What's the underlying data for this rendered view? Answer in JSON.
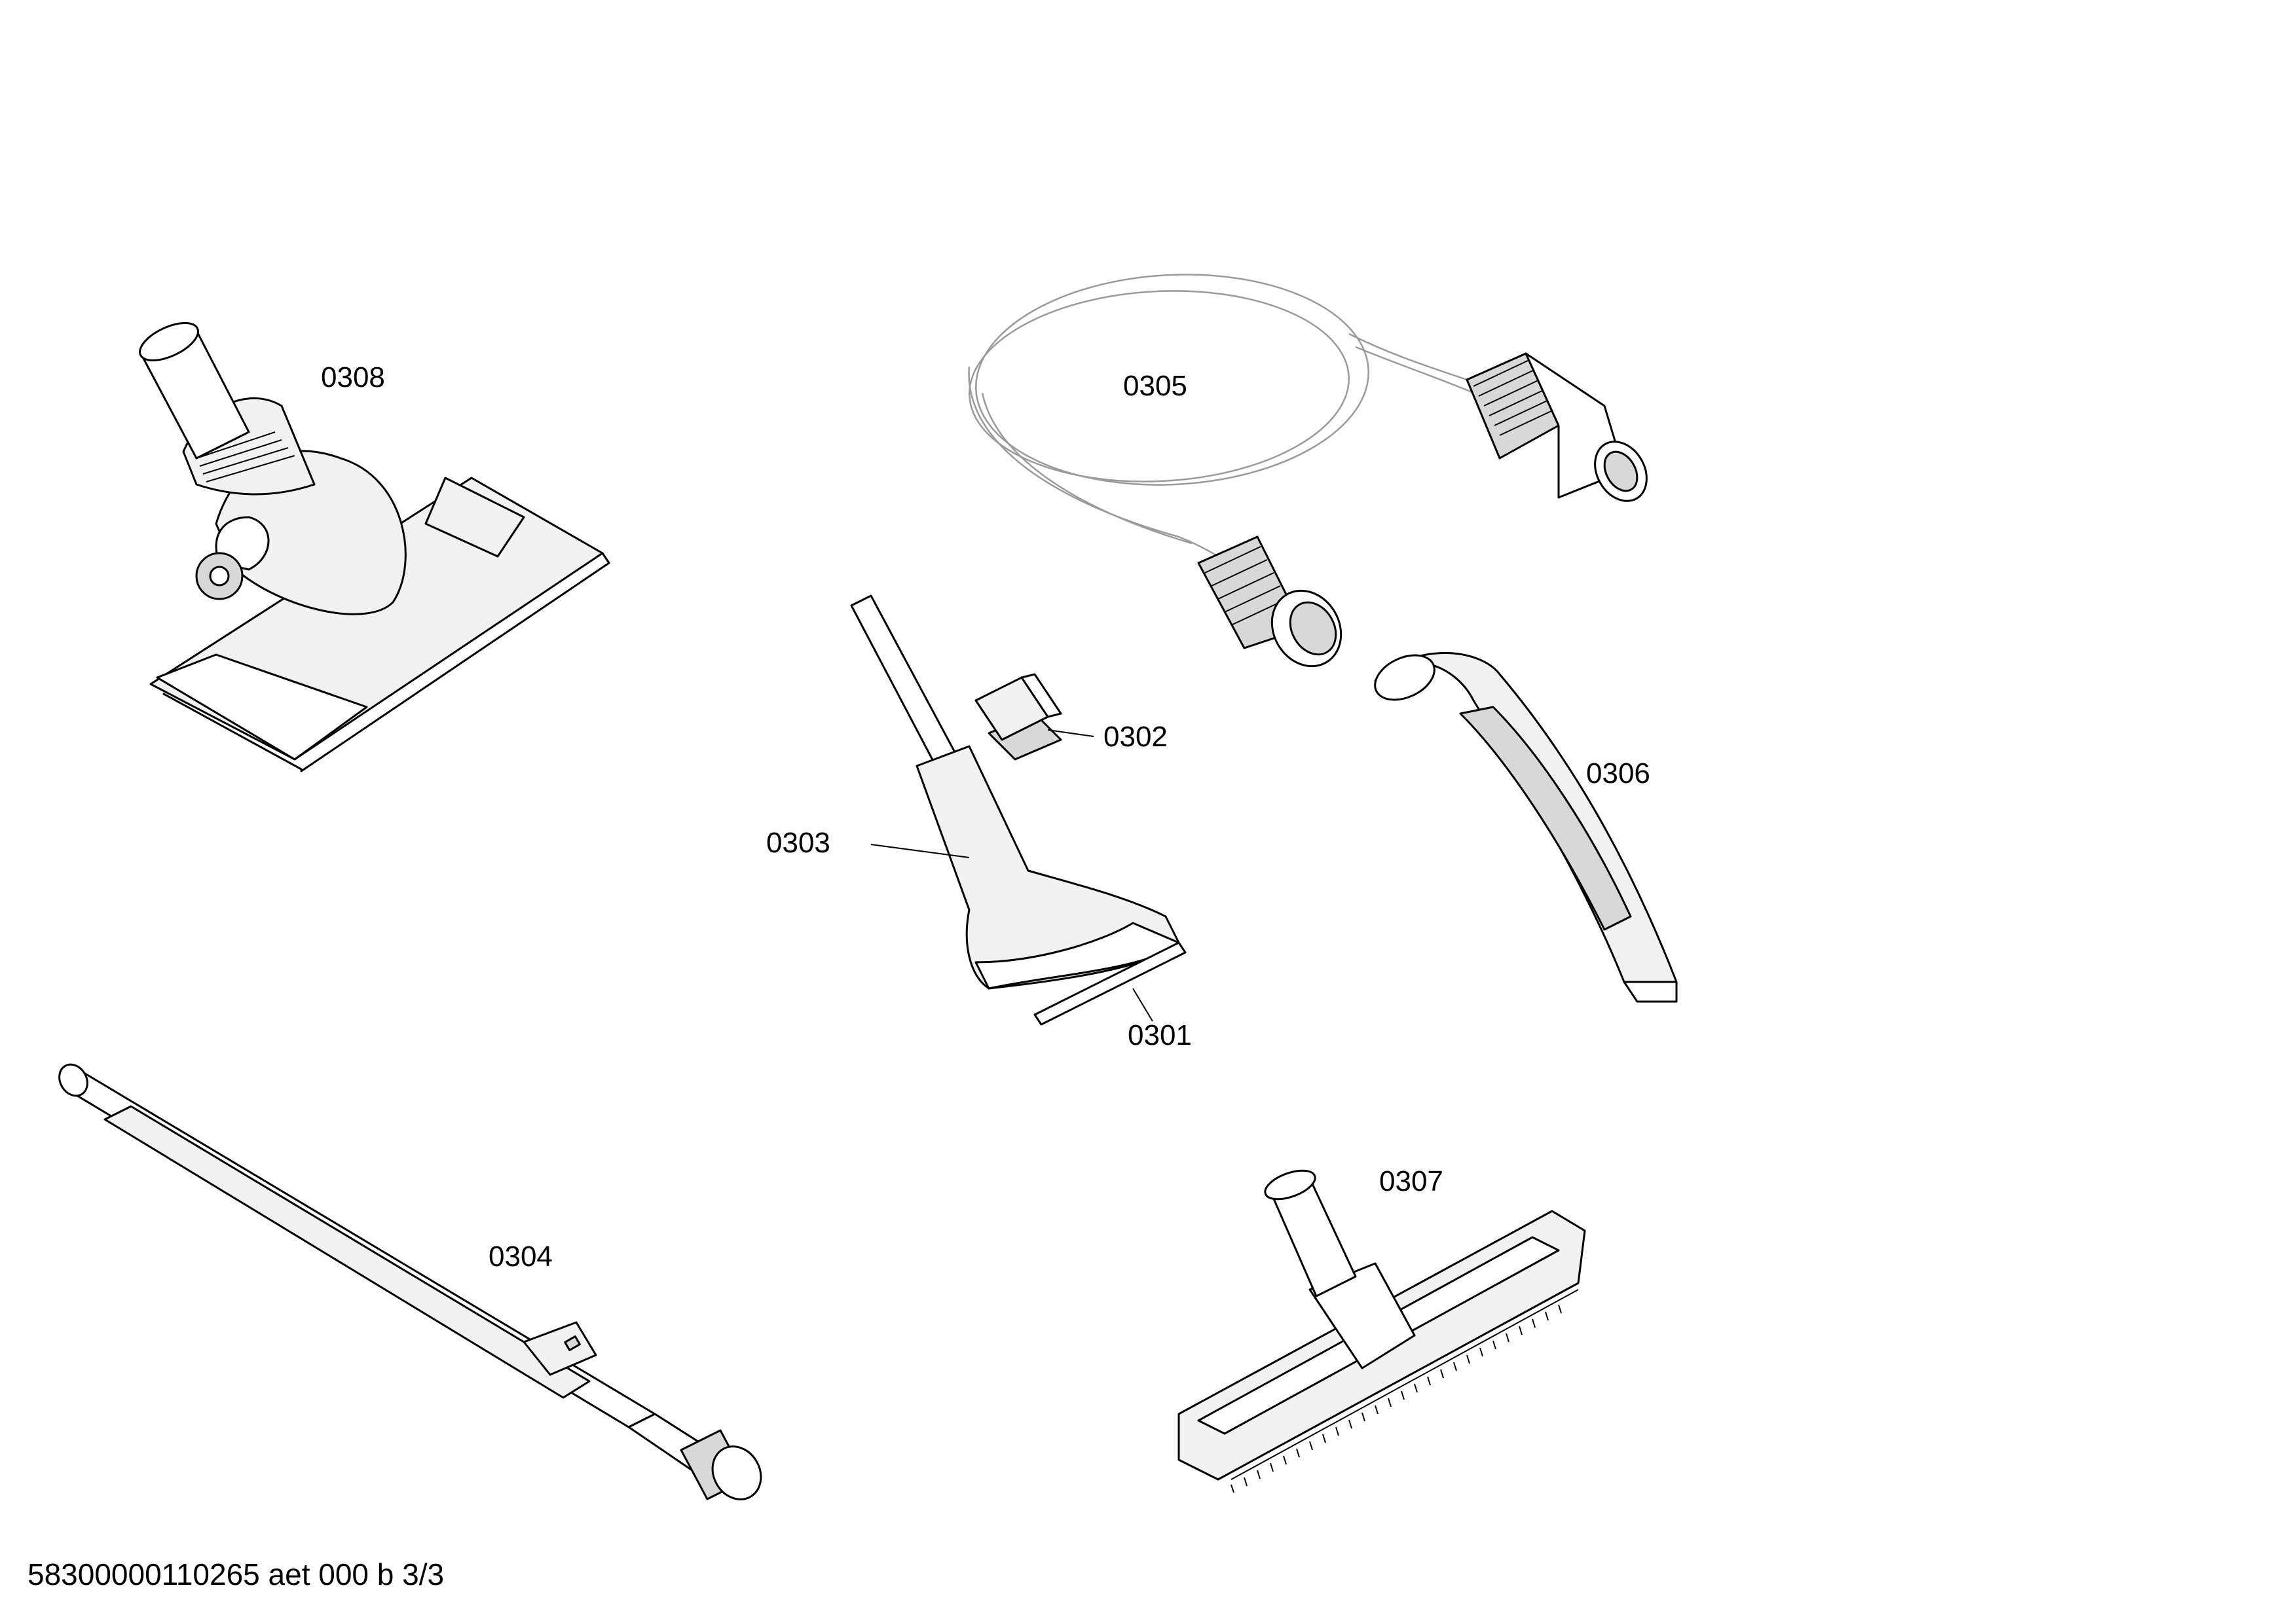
{
  "parts": [
    {
      "id": "0301"
    },
    {
      "id": "0302"
    },
    {
      "id": "0303"
    },
    {
      "id": "0304"
    },
    {
      "id": "0305"
    },
    {
      "id": "0306"
    },
    {
      "id": "0307"
    },
    {
      "id": "0308"
    }
  ],
  "footer": {
    "document_code": "58300000110265 aet 000 b 3/3"
  }
}
